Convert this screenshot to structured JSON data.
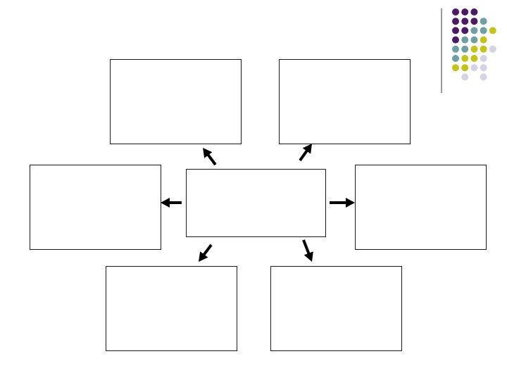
{
  "diagram": {
    "center_text": "",
    "branches": [
      {
        "id": "top-left",
        "text": ""
      },
      {
        "id": "top-right",
        "text": ""
      },
      {
        "id": "mid-left",
        "text": ""
      },
      {
        "id": "mid-right",
        "text": ""
      },
      {
        "id": "bottom-left",
        "text": ""
      },
      {
        "id": "bottom-right",
        "text": ""
      }
    ]
  },
  "decoration": {
    "dot_colors": {
      "purple": "#4b1a64",
      "teal": "#6f9fa3",
      "olive": "#c3c31b",
      "lavender": "#d4d2e3"
    },
    "dot_grid": [
      [
        "purple",
        "purple",
        "purple",
        "",
        ""
      ],
      [
        "purple",
        "purple",
        "purple",
        "teal",
        ""
      ],
      [
        "purple",
        "purple",
        "teal",
        "teal",
        "olive"
      ],
      [
        "purple",
        "teal",
        "teal",
        "olive",
        ""
      ],
      [
        "teal",
        "teal",
        "olive",
        "olive",
        "lavender"
      ],
      [
        "teal",
        "olive",
        "olive",
        "lavender",
        ""
      ],
      [
        "olive",
        "olive",
        "lavender",
        "lavender",
        ""
      ],
      [
        "",
        "lavender",
        "",
        "lavender",
        ""
      ]
    ],
    "line_color": "#555555"
  },
  "arrow_color": "#000000"
}
